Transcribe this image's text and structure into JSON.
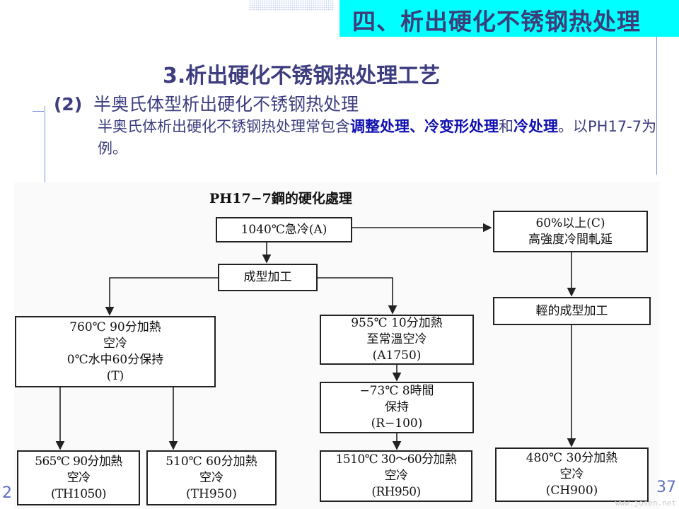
{
  "header": {
    "title": "四、析出硬化不锈钢热处理"
  },
  "section_title": "3.析出硬化不锈钢热处理工艺",
  "subsection": {
    "number": "(2)",
    "title": "半奥氏体型析出硬化不锈钢热处理"
  },
  "paragraph": {
    "part1": "半奥氏体析出硬化不锈钢热处理常包含",
    "hl1": "调整处理",
    "sep": "、",
    "hl2": "冷变形处理",
    "and": "和",
    "hl3": "冷处理",
    "end": "。以PH17-7为例。"
  },
  "diagram": {
    "title": "PH17−7鋼的硬化處理",
    "box_a": [
      "1040℃急冷(A)"
    ],
    "box_c": [
      "60%以上(C)",
      "高強度冷間軋延"
    ],
    "box_forming": [
      "成型加工"
    ],
    "box_light_forming": [
      "輕的成型加工"
    ],
    "box_t": [
      "760℃ 90分加熱",
      "空冷",
      "0℃水中60分保持",
      "(T)"
    ],
    "box_a1750": [
      "955℃ 10分加熱",
      "至常溫空冷",
      "(A1750)"
    ],
    "box_r100": [
      "−73℃ 8時間",
      "保持",
      "(R−100)"
    ],
    "box_th1050": [
      "565℃ 90分加熱",
      "空冷",
      "(TH1050)"
    ],
    "box_th950": [
      "510℃ 60分加熱",
      "空冷",
      "(TH950)"
    ],
    "box_rh950": [
      "1510℃ 30～60分加熱",
      "空冷",
      "(RH950)"
    ],
    "box_ch900": [
      "480℃ 30分加熱",
      "空冷",
      "(CH900)"
    ]
  },
  "footer": {
    "left": "2",
    "right": "37",
    "watermark": "www.josen.net"
  }
}
